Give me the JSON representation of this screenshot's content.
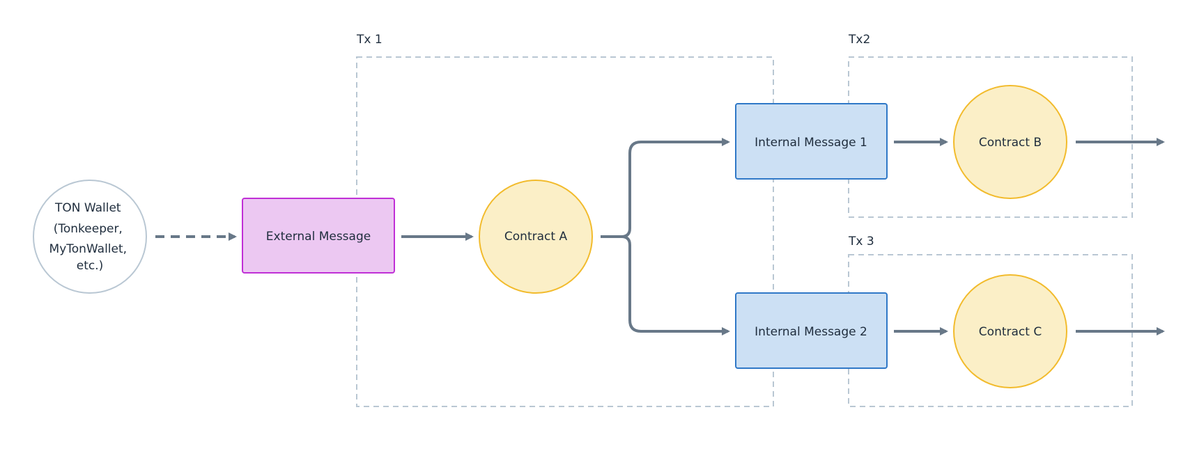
{
  "groups": {
    "tx1": {
      "label": "Tx 1"
    },
    "tx2": {
      "label": "Tx2"
    },
    "tx3": {
      "label": "Tx 3"
    }
  },
  "nodes": {
    "ton_wallet": {
      "lines": [
        "TON Wallet",
        "(Tonkeeper,",
        "MyTonWallet,",
        "etc.)"
      ]
    },
    "external_message": {
      "label": "External Message"
    },
    "contract_a": {
      "label": "Contract A"
    },
    "internal_message_1": {
      "label": "Internal Message 1"
    },
    "internal_message_2": {
      "label": "Internal Message 2"
    },
    "contract_b": {
      "label": "Contract B"
    },
    "contract_c": {
      "label": "Contract C"
    }
  },
  "colors": {
    "group_border": "#b9c7d3",
    "arrow": "#687888",
    "wallet_stroke": "#b9c7d3",
    "external_fill": "#ecc8f2",
    "external_stroke": "#c02fd6",
    "contract_fill": "#fbefc7",
    "contract_stroke": "#f2bb2c",
    "internal_fill": "#cce0f4",
    "internal_stroke": "#2f78c7",
    "text": "#1f2d3d"
  }
}
